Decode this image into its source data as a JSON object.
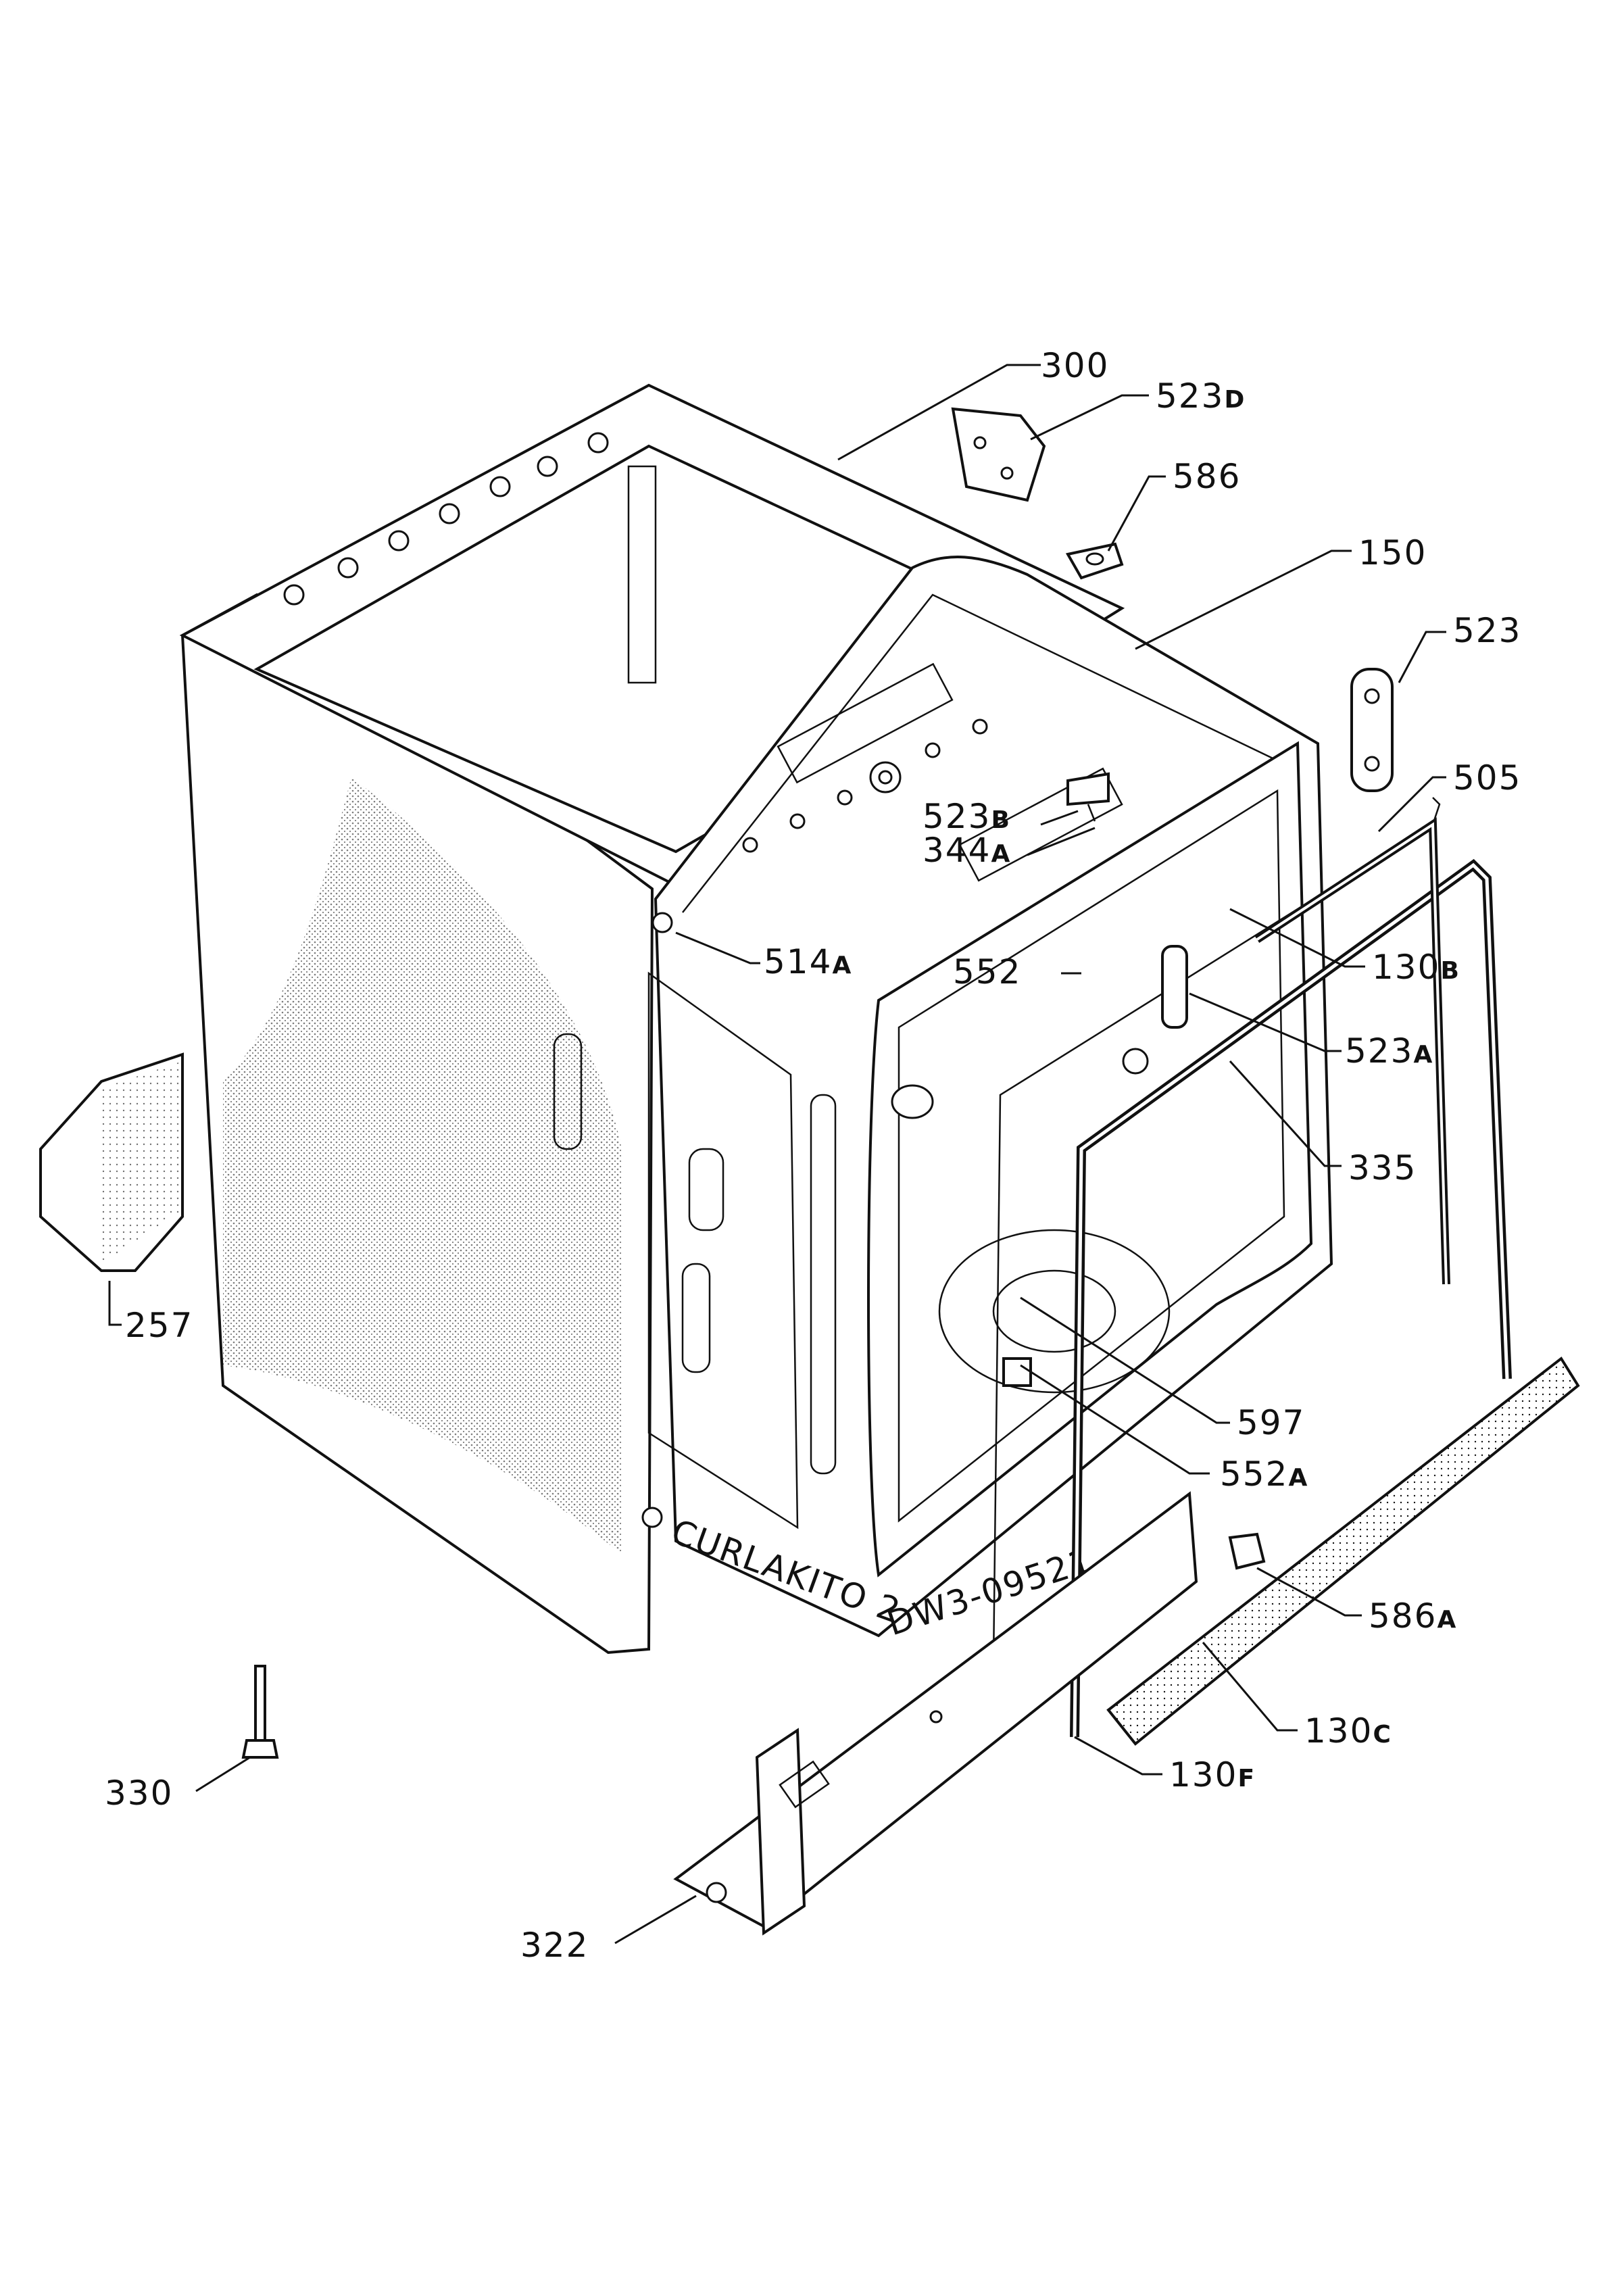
{
  "diagram": {
    "type": "exploded-parts-view",
    "callouts": [
      {
        "id": "c300",
        "main": "300",
        "suffix": ""
      },
      {
        "id": "c523d",
        "main": "523",
        "suffix": "D"
      },
      {
        "id": "c586",
        "main": "586",
        "suffix": ""
      },
      {
        "id": "c150",
        "main": "150",
        "suffix": ""
      },
      {
        "id": "c523",
        "main": "523",
        "suffix": ""
      },
      {
        "id": "c505",
        "main": "505",
        "suffix": ""
      },
      {
        "id": "c523b",
        "main": "523",
        "suffix": "B"
      },
      {
        "id": "c344a",
        "main": "344",
        "suffix": "A"
      },
      {
        "id": "c514a",
        "main": "514",
        "suffix": "A"
      },
      {
        "id": "c552",
        "main": "552",
        "suffix": ""
      },
      {
        "id": "c130b",
        "main": "130",
        "suffix": "B"
      },
      {
        "id": "c523a",
        "main": "523",
        "suffix": "A"
      },
      {
        "id": "c335",
        "main": "335",
        "suffix": ""
      },
      {
        "id": "c257",
        "main": "257",
        "suffix": ""
      },
      {
        "id": "c597",
        "main": "597",
        "suffix": ""
      },
      {
        "id": "c552a",
        "main": "552",
        "suffix": "A"
      },
      {
        "id": "c586a",
        "main": "586",
        "suffix": "A"
      },
      {
        "id": "c130c",
        "main": "130",
        "suffix": "C"
      },
      {
        "id": "c330",
        "main": "330",
        "suffix": ""
      },
      {
        "id": "c130f",
        "main": "130",
        "suffix": "F"
      },
      {
        "id": "c322",
        "main": "322",
        "suffix": ""
      }
    ],
    "stamps": [
      "CURLAKITO 2",
      "DW3-09521"
    ]
  }
}
